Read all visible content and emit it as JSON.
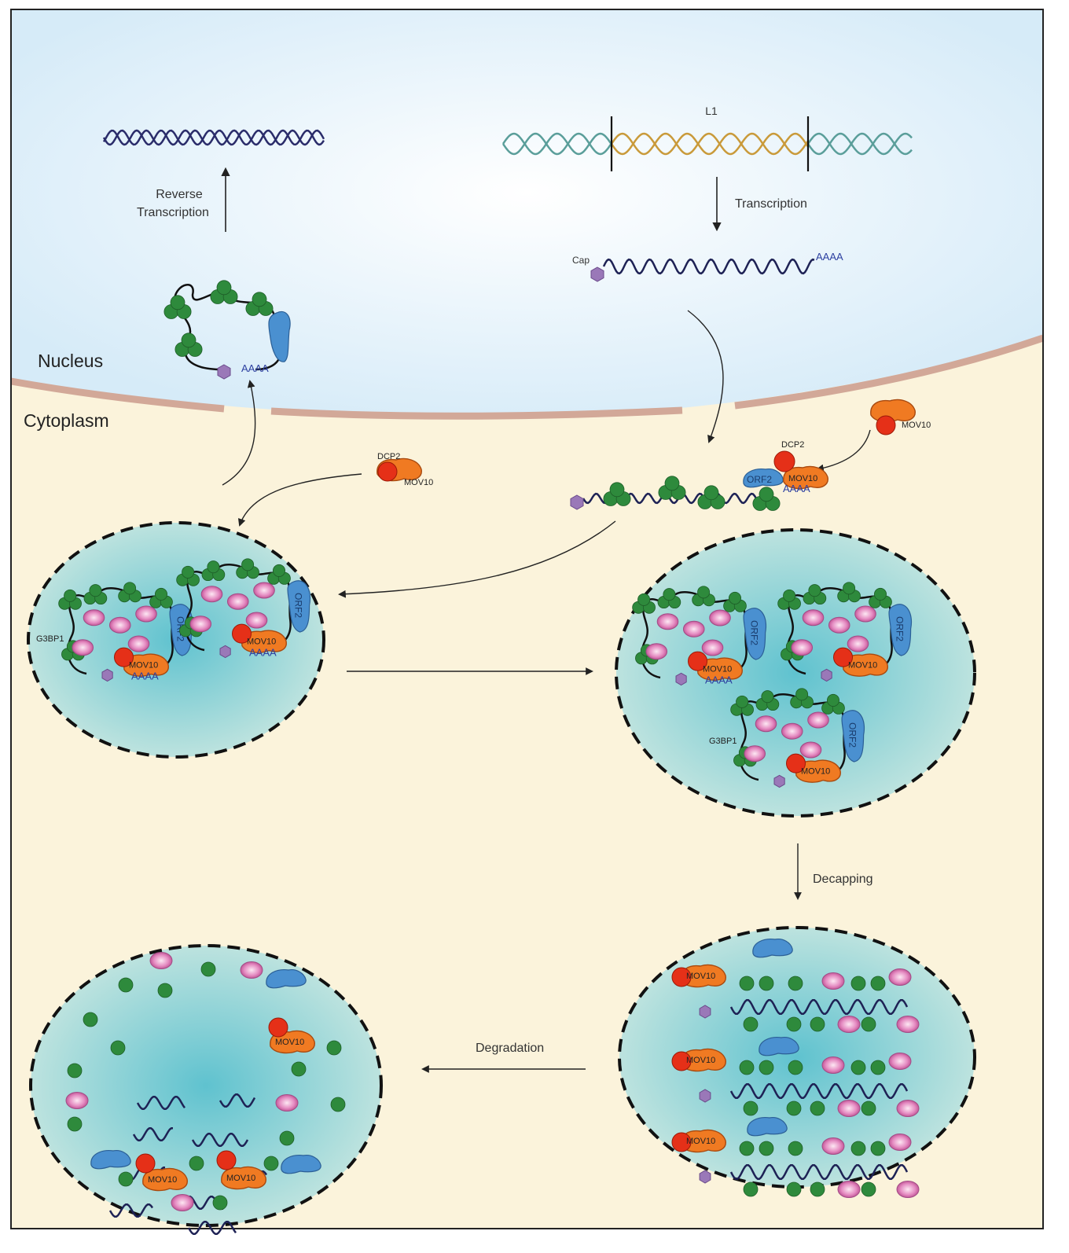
{
  "labels": {
    "l1": "L1",
    "transcription": "Transcription",
    "reverse_line1": "Reverse",
    "reverse_line2": "Transcription",
    "cap": "Cap",
    "poly_a": "AAAA",
    "nucleus": "Nucleus",
    "cytoplasm": "Cytoplasm",
    "dcp2": "DCP2",
    "mov10": "MOV10",
    "orf2": "ORF2",
    "g3bp1": "G3BP1",
    "decapping": "Decapping",
    "degradation": "Degradation"
  },
  "colors": {
    "nucleus_fill": "#e4f2fb",
    "cytoplasm_fill": "#fbf3db",
    "membrane": "#d2a898",
    "granule_fill": "#a8d8d8",
    "dna_teal": "#5a9e9a",
    "dna_gold": "#c99a3a",
    "rna": "#1e2255",
    "orf1_green": "#2e8a3c",
    "g3bp1_pink": "#d87ab4",
    "dcp2_red": "#e53018",
    "mov10_orange": "#f07a22",
    "orf2_blue": "#4a90d0",
    "cap_purple": "#9a78b8"
  },
  "icons": {
    "orf1": "green-circle-trimer",
    "g3bp1": "pink-oval",
    "dcp2": "red-circle",
    "mov10": "orange-blob",
    "orf2": "blue-blob",
    "cap": "purple-hexagon"
  }
}
